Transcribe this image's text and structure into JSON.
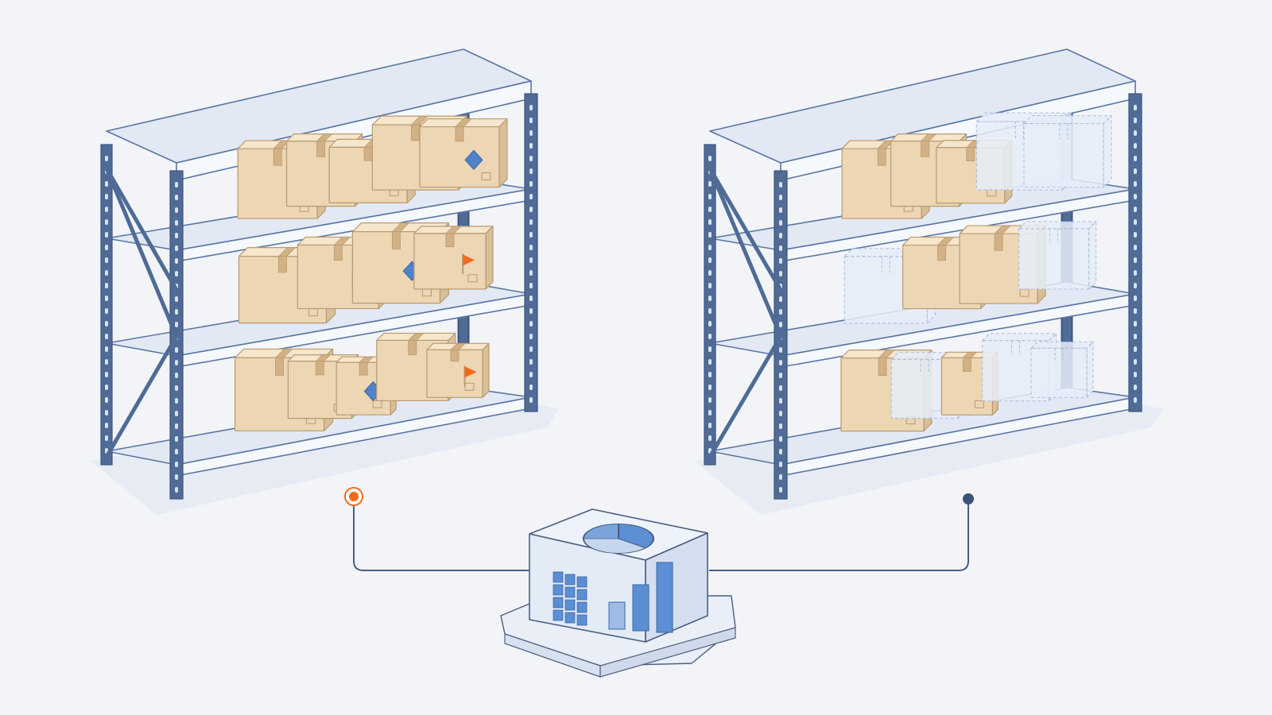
{
  "colors": {
    "background": "#f2f4f8",
    "frame": "#4f6b96",
    "frame_dark": "#3d5680",
    "shelf_top": "#e2e9f4",
    "shelf_front": "#f5f8fc",
    "shelf_line": "#5a76a3",
    "box_front": "#ecd6b4",
    "box_top": "#f5e6cc",
    "box_side": "#d9bf98",
    "box_tape": "#d2b285",
    "box_line": "#b99a70",
    "ghost_fill": "#e7eef9",
    "ghost_line": "#a9bcdd",
    "flag": "#f26a1b",
    "diamond": "#4f82c8",
    "hub_top": "#eef3fb",
    "hub_front": "#e3ebf7",
    "hub_side": "#d3def0",
    "hub_accent": "#5b8ed3",
    "connector": "#4a5f80",
    "dot_left": "#f26a1b",
    "dot_right": "#3c5278"
  },
  "icons": {
    "flag": "flag-icon",
    "diamond": "diamond-icon",
    "pie": "pie-chart-icon",
    "bars": "bar-chart-icon",
    "grid": "grid-icon"
  },
  "shelves": [
    {
      "name": "stocked-shelf",
      "rows": [
        [
          {
            "state": "filled",
            "marker": "none"
          },
          {
            "state": "filled",
            "marker": "none"
          },
          {
            "state": "filled",
            "marker": "flag"
          },
          {
            "state": "filled",
            "marker": "flag"
          },
          {
            "state": "filled",
            "marker": "diamond"
          }
        ],
        [
          {
            "state": "filled",
            "marker": "none"
          },
          {
            "state": "filled",
            "marker": "flag"
          },
          {
            "state": "filled",
            "marker": "diamond"
          },
          {
            "state": "filled",
            "marker": "flag"
          }
        ],
        [
          {
            "state": "filled",
            "marker": "flag"
          },
          {
            "state": "filled",
            "marker": "none"
          },
          {
            "state": "filled",
            "marker": "diamond"
          },
          {
            "state": "filled",
            "marker": "none"
          },
          {
            "state": "filled",
            "marker": "flag"
          }
        ]
      ]
    },
    {
      "name": "partial-shelf",
      "rows": [
        [
          {
            "state": "filled",
            "marker": "none"
          },
          {
            "state": "filled",
            "marker": "none"
          },
          {
            "state": "filled",
            "marker": "none"
          },
          {
            "state": "empty",
            "marker": "none"
          },
          {
            "state": "empty",
            "marker": "none"
          }
        ],
        [
          {
            "state": "empty",
            "marker": "none"
          },
          {
            "state": "filled",
            "marker": "none"
          },
          {
            "state": "filled",
            "marker": "none"
          },
          {
            "state": "empty",
            "marker": "none"
          }
        ],
        [
          {
            "state": "filled",
            "marker": "none"
          },
          {
            "state": "empty",
            "marker": "none"
          },
          {
            "state": "filled",
            "marker": "none"
          },
          {
            "state": "empty",
            "marker": "none"
          },
          {
            "state": "empty",
            "marker": "none"
          }
        ]
      ]
    }
  ]
}
